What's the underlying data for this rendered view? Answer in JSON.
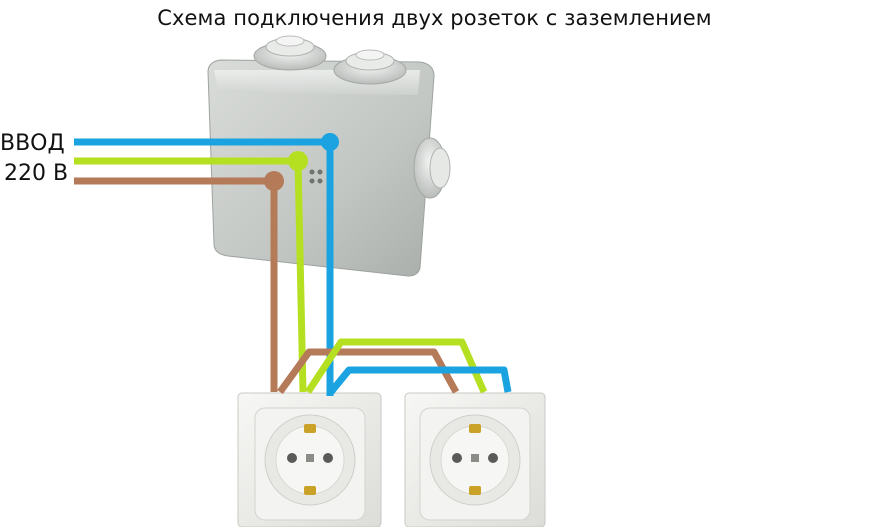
{
  "title": "Схема подключения двух розеток с заземлением",
  "input_label": {
    "line1": "ВВОД",
    "line2": "220 В"
  },
  "wire_colors": {
    "neutral": "#1aa3e0",
    "ground": "#b5e021",
    "phase": "#b57a58"
  },
  "components": [
    "junction-box",
    "socket-left",
    "socket-right"
  ]
}
